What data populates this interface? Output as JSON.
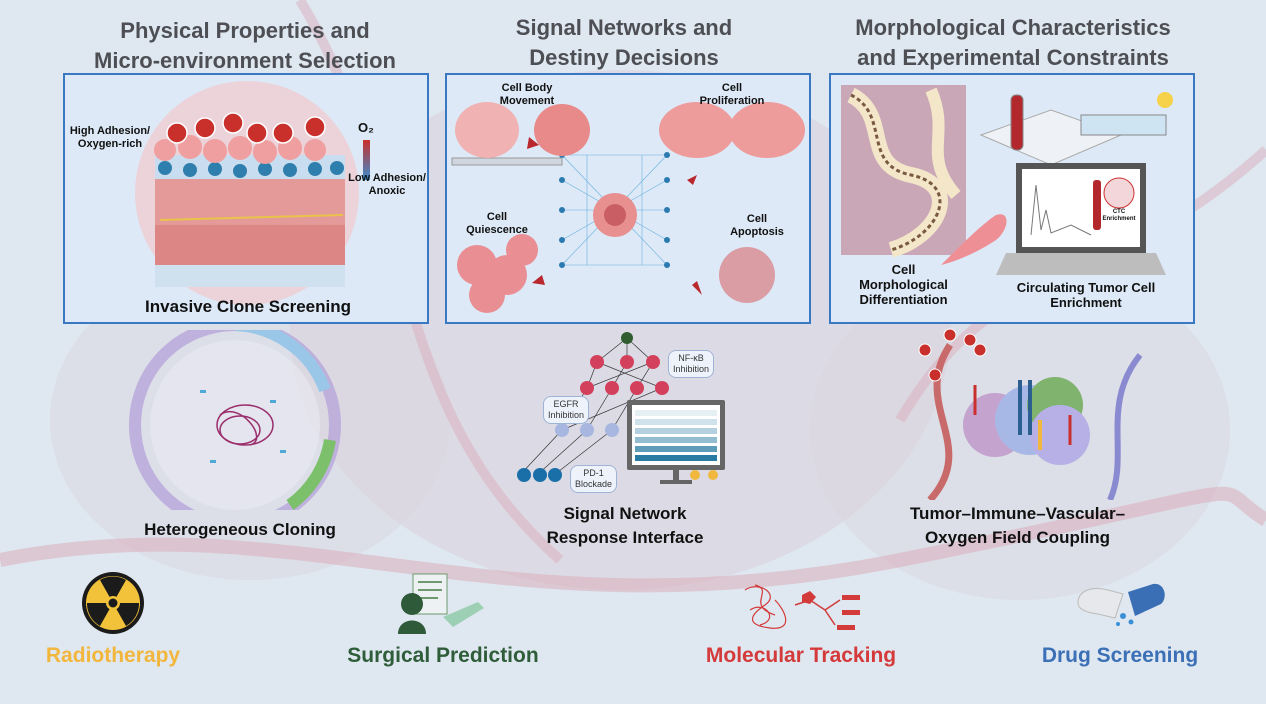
{
  "titles": {
    "physical": [
      "Physical Properties and",
      "Micro-environment Selection"
    ],
    "signal": [
      "Signal Networks and",
      "Destiny Decisions"
    ],
    "morph": [
      "Morphological Characteristics",
      "and Experimental Constraints"
    ]
  },
  "panel_physical": {
    "high_adhesion": [
      "High Adhesion/",
      "Oxygen-rich"
    ],
    "o2": "O₂",
    "low_adhesion": [
      "Low Adhesion/",
      "Anoxic"
    ],
    "caption": "Invasive Clone Screening"
  },
  "panel_signal": {
    "movement": [
      "Cell Body",
      "Movement"
    ],
    "proliferation": [
      "Cell",
      "Proliferation"
    ],
    "quiescence": [
      "Cell",
      "Quiescence"
    ],
    "apoptosis": [
      "Cell",
      "Apoptosis"
    ]
  },
  "panel_morph": {
    "morph_label": [
      "Cell",
      "Morphological",
      "Differentiation"
    ],
    "ctc_label": [
      "Circulating Tumor Cell",
      "Enrichment"
    ],
    "ctc_screen": [
      "CTC",
      "Enrichment"
    ]
  },
  "middle": {
    "cloning": "Heterogeneous Cloning",
    "network": [
      "Signal Network",
      "Response Interface"
    ],
    "network_bubbles": {
      "nfkb": [
        "NF-κB",
        "Inhibition"
      ],
      "egfr": [
        "EGFR",
        "Inhibition"
      ],
      "pd1": [
        "PD-1",
        "Blockade"
      ]
    },
    "coupling": [
      "Tumor–Immune–Vascular–",
      "Oxygen Field Coupling"
    ]
  },
  "applications": [
    {
      "label": "Radiotherapy",
      "icon": "radiation-icon",
      "color": "#f2b63c"
    },
    {
      "label": "Surgical Prediction",
      "icon": "surgeon-icon",
      "color": "#2f5d3a"
    },
    {
      "label": "Molecular Tracking",
      "icon": "molecule-icon",
      "color": "#d43a3a"
    },
    {
      "label": "Drug Screening",
      "icon": "pill-icon",
      "color": "#3b6fb6"
    }
  ],
  "colors": {
    "panel_border": "#3b78c4",
    "panel_bg": "#dde9f7",
    "background": "#dfe7f0"
  }
}
